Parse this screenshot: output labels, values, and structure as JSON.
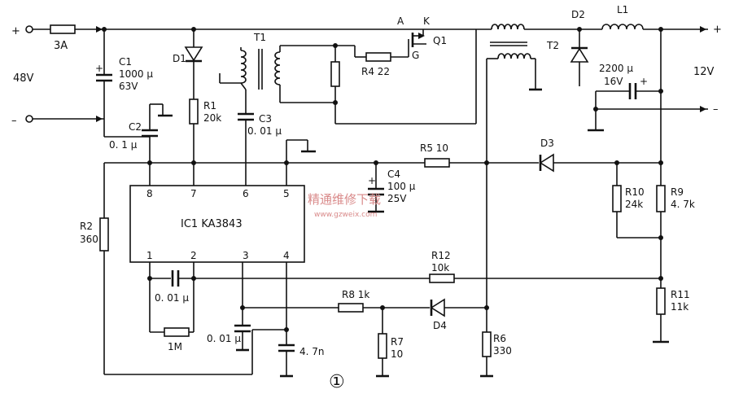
{
  "input": {
    "plus": "+",
    "minus": "–",
    "voltage": "48V",
    "fuse": "3A"
  },
  "output": {
    "plus": "+",
    "minus": "–",
    "voltage": "12V"
  },
  "ic": {
    "label": "IC1  KA3843",
    "pins": [
      "8",
      "7",
      "6",
      "5",
      "1",
      "2",
      "3",
      "4"
    ]
  },
  "q1": {
    "label": "Q1",
    "a": "A",
    "k": "K",
    "g": "G"
  },
  "parts": {
    "c1": [
      "C1",
      "1000 µ",
      "63V"
    ],
    "d1": "D1",
    "r1": [
      "R1",
      "20k"
    ],
    "t1": "T1",
    "c3": [
      "C3",
      "0. 01 µ"
    ],
    "r4": "R4  22",
    "t2": "T2",
    "d2": "D2",
    "l1": "L1",
    "c_out": [
      "2200 µ",
      "16V"
    ],
    "c2": [
      "C2",
      "0. 1 µ"
    ],
    "c4": [
      "C4",
      "100 µ",
      "25V"
    ],
    "r5": "R5   10",
    "d3": "D3",
    "r10": [
      "R10",
      "24k"
    ],
    "r9": [
      "R9",
      "4. 7k"
    ],
    "r2": [
      "R2",
      "360"
    ],
    "c12": "0. 01 µ",
    "r1m": "1M",
    "c3b": "0. 01 µ",
    "c47": "4. 7n",
    "r12": [
      "R12",
      "10k"
    ],
    "r8": "R8   1k",
    "d4": "D4",
    "r7": [
      "R7",
      "10"
    ],
    "r6": [
      "R6",
      "330"
    ],
    "r11": [
      "R11",
      "11k"
    ]
  },
  "figure_number": "①",
  "watermark": {
    "title": "精通维修下载",
    "url": "www.gzweix.com"
  }
}
